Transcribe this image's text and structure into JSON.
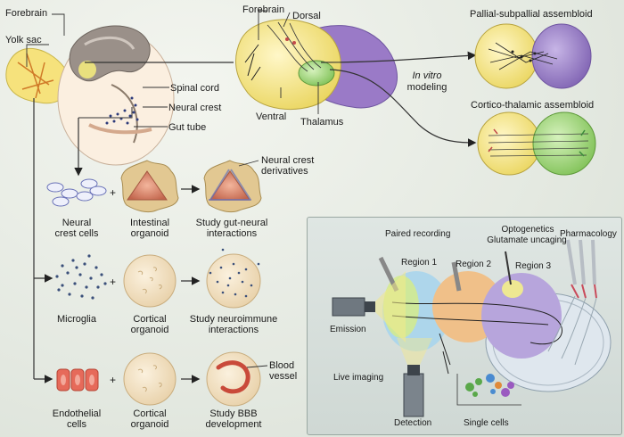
{
  "embryo": {
    "forebrain": "Forebrain",
    "yolk_sac": "Yolk sac",
    "spinal_cord": "Spinal cord",
    "neural_crest": "Neural crest",
    "gut_tube": "Gut tube"
  },
  "brain": {
    "forebrain": "Forebrain",
    "dorsal": "Dorsal",
    "ventral": "Ventral",
    "thalamus": "Thalamus",
    "in_vitro_1": "In vitro",
    "in_vitro_2": "modeling"
  },
  "assembloids": {
    "pallial": "Pallial-subpallial assembloid",
    "cortico": "Cortico-thalamic assembloid"
  },
  "rows": {
    "nc_deriv_1": "Neural crest",
    "nc_deriv_2": "derivatives",
    "r1a_1": "Neural",
    "r1a_2": "crest cells",
    "r1b_1": "Intestinal",
    "r1b_2": "organoid",
    "r1c_1": "Study gut-neural",
    "r1c_2": "interactions",
    "r2a": "Microglia",
    "r2b_1": "Cortical",
    "r2b_2": "organoid",
    "r2c_1": "Study neuroimmune",
    "r2c_2": "interactions",
    "r3a_1": "Endothelial",
    "r3a_2": "cells",
    "r3b_1": "Cortical",
    "r3b_2": "organoid",
    "r3c_1": "Study BBB",
    "r3c_2": "development",
    "blood_1": "Blood",
    "blood_2": "vessel",
    "plus": "+"
  },
  "panel": {
    "paired": "Paired recording",
    "optogenetics": "Optogenetics",
    "glutamate": "Glutamate uncaging",
    "pharmacology": "Pharmacology",
    "region1": "Region 1",
    "region2": "Region 2",
    "region3": "Region 3",
    "emission": "Emission",
    "live_imaging": "Live imaging",
    "detection": "Detection",
    "single_cells": "Single cells"
  },
  "colors": {
    "yellow": "#f2e27a",
    "purple": "#9b80c4",
    "green": "#9fd47a",
    "organoid": "#f3e2c4",
    "intestinal": "#d9836a",
    "endothelial": "#e66a5a"
  }
}
